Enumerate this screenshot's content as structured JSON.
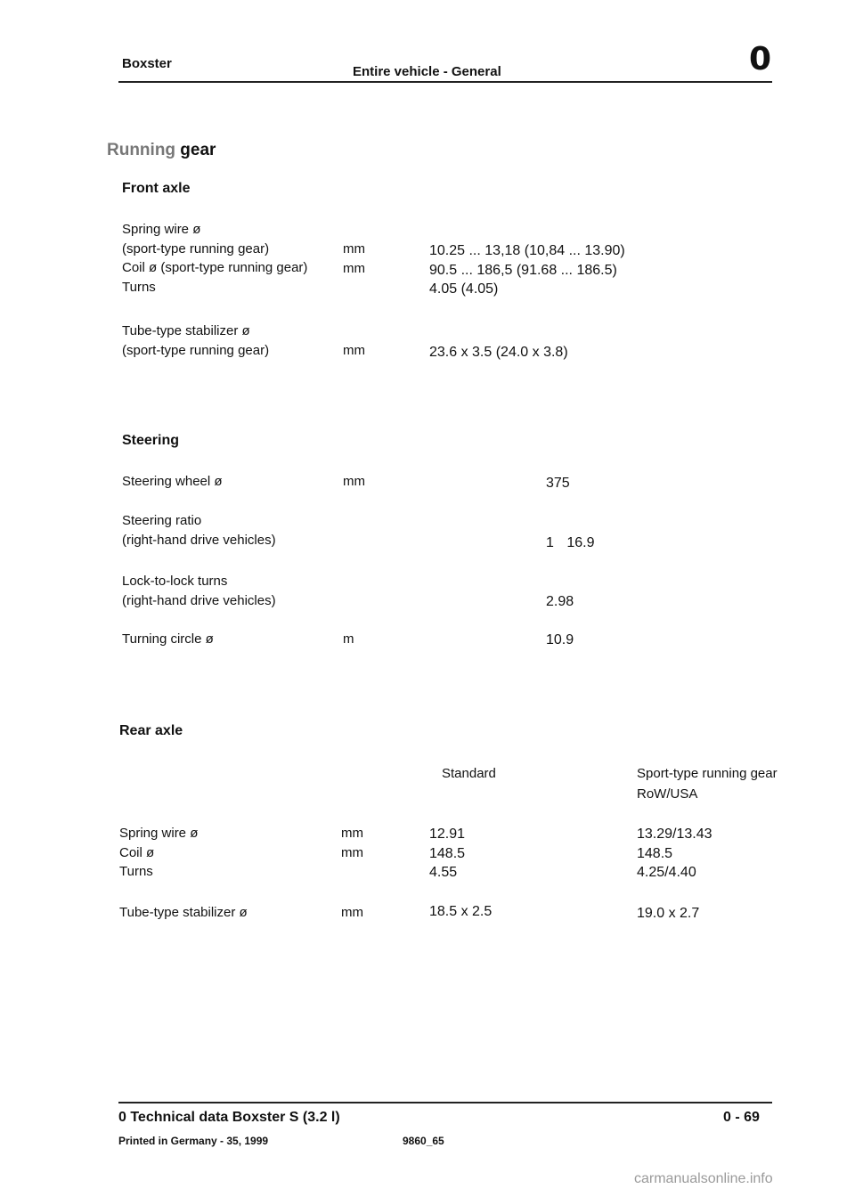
{
  "header": {
    "left": "Boxster",
    "center": "Entire vehicle - General",
    "chapter": "0"
  },
  "title": {
    "part1": "Running",
    "part2": " gear"
  },
  "front_axle": {
    "heading": "Front axle",
    "spring_wire": {
      "label1": "Spring wire ø",
      "label2": "(sport-type running gear)",
      "unit": "mm",
      "value": "10.25 ... 13,18 (10,84 ... 13.90)"
    },
    "coil": {
      "label": "Coil ø (sport-type running gear)",
      "unit": "mm",
      "value": "90.5 ... 186,5 (91.68 ... 186.5)"
    },
    "turns": {
      "label": "Turns",
      "value": "4.05 (4.05)"
    },
    "stabilizer": {
      "label1": "Tube-type stabilizer ø",
      "label2": "(sport-type running gear)",
      "unit": "mm",
      "value": "23.6 x 3.5 (24.0 x 3.8)"
    }
  },
  "steering": {
    "heading": "Steering",
    "wheel": {
      "label": "Steering wheel ø",
      "unit": "mm",
      "value": "375"
    },
    "ratio": {
      "label1": "Steering ratio",
      "label2": "(right-hand drive vehicles)",
      "value_a": "1",
      "value_b": "16.9"
    },
    "lock": {
      "label1": "Lock-to-lock turns",
      "label2": "(right-hand drive vehicles)",
      "value": "2.98"
    },
    "circle": {
      "label": "Turning circle ø",
      "unit": "m",
      "value": "10.9"
    }
  },
  "rear_axle": {
    "heading": "Rear axle",
    "col_standard": "Standard",
    "col_sport1": "Sport-type running gear",
    "col_sport2": "RoW/USA",
    "spring_wire": {
      "label": "Spring wire ø",
      "unit": "mm",
      "standard": "12.91",
      "sport": "13.29/13.43"
    },
    "coil": {
      "label": "Coil ø",
      "unit": "mm",
      "standard": "148.5",
      "sport": "148.5"
    },
    "turns": {
      "label": "Turns",
      "standard": "4.55",
      "sport": "4.25/4.40"
    },
    "stabilizer": {
      "label": "Tube-type stabilizer ø",
      "unit": "mm",
      "standard": "18.5 x 2.5",
      "sport": "19.0 x 2.7"
    }
  },
  "footer": {
    "title": "0 Technical data Boxster S (3.2 l)",
    "page": "0 - 69",
    "printed": "Printed in Germany - 35, 1999",
    "code": "9860_65"
  },
  "watermark": "carmanualsonline.info"
}
